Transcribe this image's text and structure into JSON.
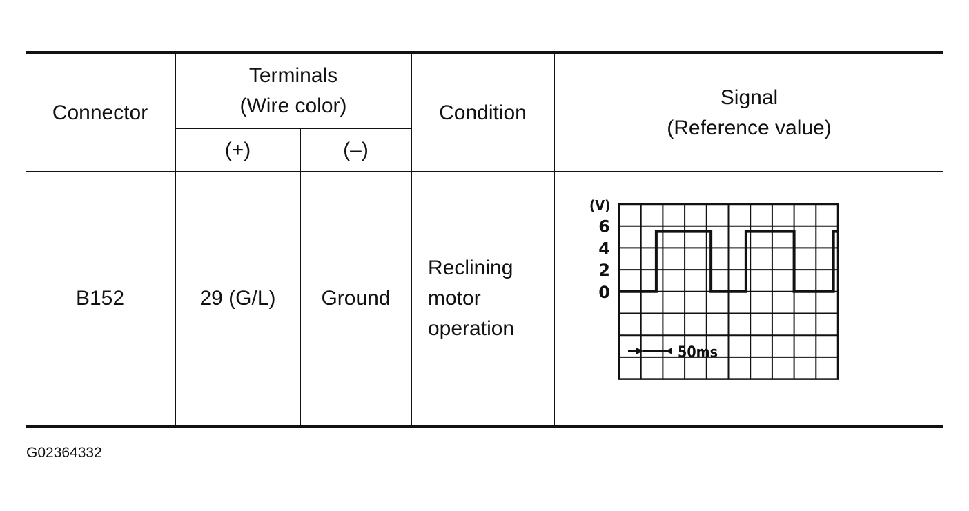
{
  "table": {
    "headers": {
      "connector": "Connector",
      "terminals_line1": "Terminals",
      "terminals_line2": "(Wire color)",
      "terminal_plus": "(+)",
      "terminal_minus": "(–)",
      "condition": "Condition",
      "signal_line1": "Signal",
      "signal_line2": "(Reference value)"
    },
    "rows": [
      {
        "connector": "B152",
        "terminal_plus": "29 (G/L)",
        "terminal_minus": "Ground",
        "condition_lines": [
          "Reclining",
          "motor",
          "operation"
        ]
      }
    ]
  },
  "waveform": {
    "unit": "(V)",
    "y_ticks": [
      "6",
      "4",
      "2",
      "0"
    ],
    "time_div_label": "50ms",
    "low_level_v": 0,
    "high_level_v": 5.5,
    "grid_divisions_x": 10,
    "grid_divisions_y": 8,
    "transitions_div": [
      1.7,
      4.2,
      5.8,
      8.0,
      9.8
    ],
    "start_level": "low"
  },
  "figure_id": "G02364332"
}
